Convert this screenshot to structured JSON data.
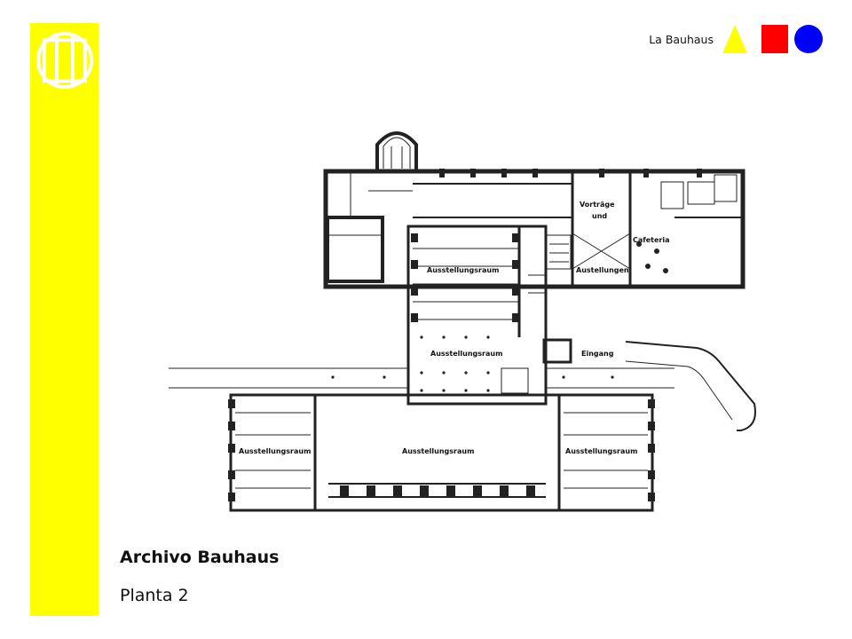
{
  "header": {
    "brand": "La Bauhaus",
    "accent_colors": {
      "yellow": "#ffff00",
      "red": "#ff0000",
      "blue": "#0000ff"
    }
  },
  "logo": {
    "icon": "bauhaus-circle-square-icon"
  },
  "floor_plan": {
    "labels": {
      "vortraege_line1": "Vorträge",
      "vortraege_line2": "und",
      "cafeteria": "Cafeteria",
      "ausstellungen": "Austellungen",
      "ausstellungsraum_north": "Ausstellungsraum",
      "ausstellungsraum_center": "Ausstellungsraum",
      "eingang": "Eingang",
      "ausstellungsraum_west": "Ausstellungsraum",
      "ausstellungsraum_south": "Ausstellungsraum",
      "ausstellungsraum_east": "Ausstellungsraum"
    }
  },
  "title": "Archivo Bauhaus",
  "subtitle": "Planta 2"
}
